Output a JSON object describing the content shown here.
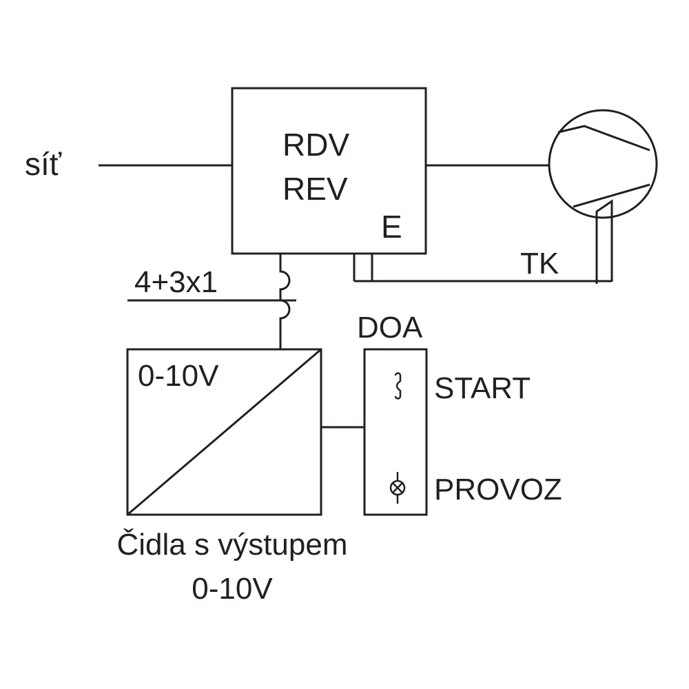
{
  "labels": {
    "mains": "síť",
    "controller_line1": "RDV",
    "controller_line2": "REV",
    "controller_terminal": "E",
    "thermal_contact": "TK",
    "cable": "4+3x1",
    "doa": "DOA",
    "start": "START",
    "run": "PROVOZ",
    "sensor_range": "0-10V",
    "sensor_caption_line1": "Čidla s výstupem",
    "sensor_caption_line2": "0-10V"
  },
  "colors": {
    "stroke": "#231f20",
    "background": "#ffffff"
  }
}
